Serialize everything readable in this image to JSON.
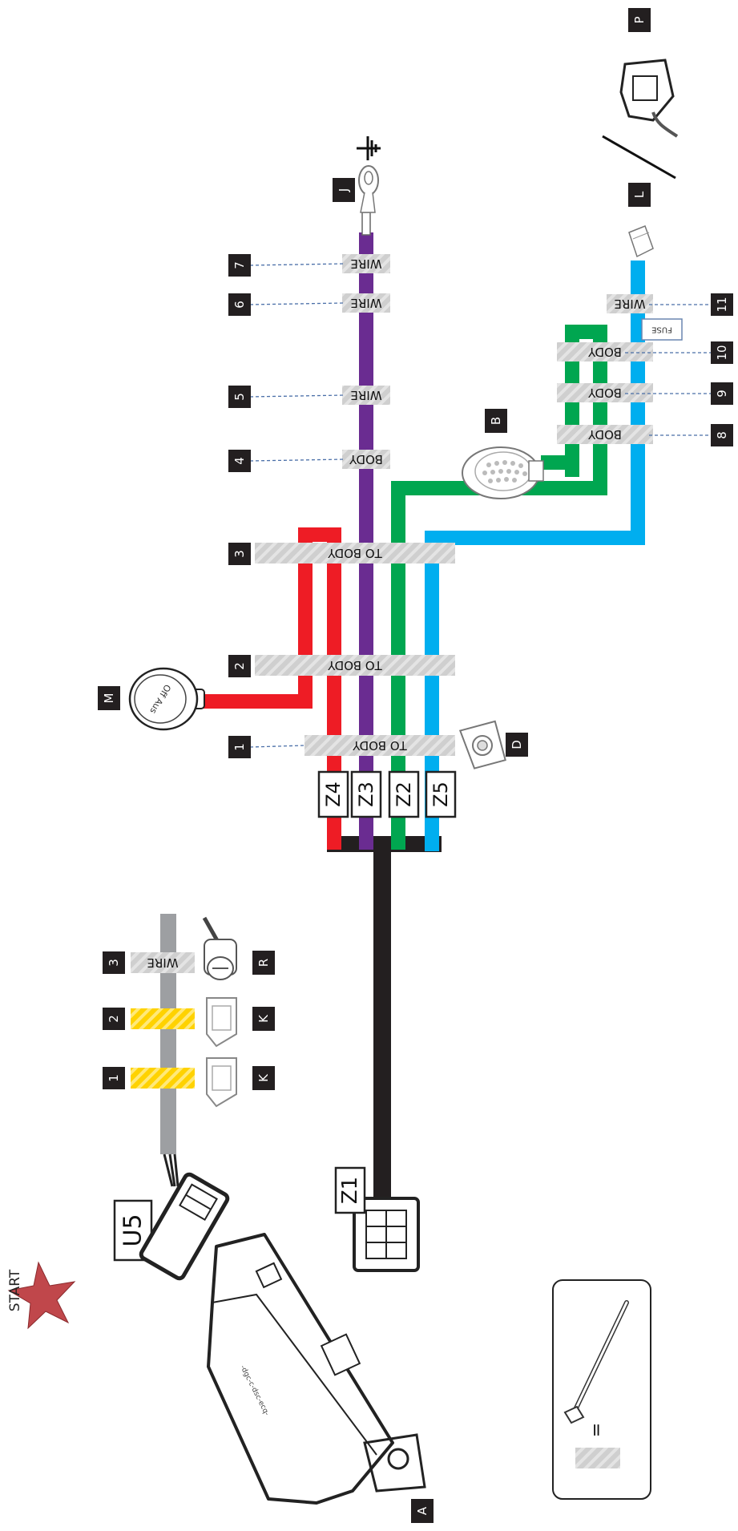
{
  "start": {
    "label": "START",
    "star_color": "#c0474b"
  },
  "left_harness": {
    "connector_code": "U5",
    "markers": [
      {
        "num": "3",
        "tape": "WIRE"
      },
      {
        "num": "2",
        "tape": ""
      },
      {
        "num": "1",
        "tape": ""
      }
    ],
    "parts": [
      "R",
      "K",
      "K"
    ]
  },
  "main_harness": {
    "connector_code": "Z1",
    "branches": [
      {
        "code": "Z4",
        "color": "#ee1c25"
      },
      {
        "code": "Z3",
        "color": "#6a2c91"
      },
      {
        "code": "Z2",
        "color": "#00a650"
      },
      {
        "code": "Z5",
        "color": "#00aeef"
      }
    ],
    "trunk_color": "#231f20",
    "markers": [
      {
        "num": "1",
        "tape": "TO BODY"
      },
      {
        "num": "2",
        "tape": "TO BODY"
      },
      {
        "num": "3",
        "tape": "TO BODY"
      },
      {
        "num": "4",
        "tape": "BODY"
      },
      {
        "num": "5",
        "tape": "WIRE"
      },
      {
        "num": "6",
        "tape": "WIRE"
      },
      {
        "num": "7",
        "tape": "WIRE"
      }
    ],
    "right_markers": [
      {
        "num": "8",
        "tape": "BODY"
      },
      {
        "num": "9",
        "tape": "BODY"
      },
      {
        "num": "10",
        "tape": "BODY"
      },
      {
        "num": "11",
        "tape": "WIRE"
      }
    ],
    "fuse_label": "FUSE",
    "button_text": "Off  Aus",
    "parts": {
      "A": "A",
      "B": "B",
      "D": "D",
      "J": "J",
      "L": "L",
      "M": "M",
      "P": "P"
    }
  },
  "legend": {
    "equals": "="
  },
  "colors": {
    "tape": "#c9c9c9",
    "tape_yellow": "#ffd200",
    "gray_wire": "#9d9fa2",
    "marker_bg": "#231f20"
  }
}
